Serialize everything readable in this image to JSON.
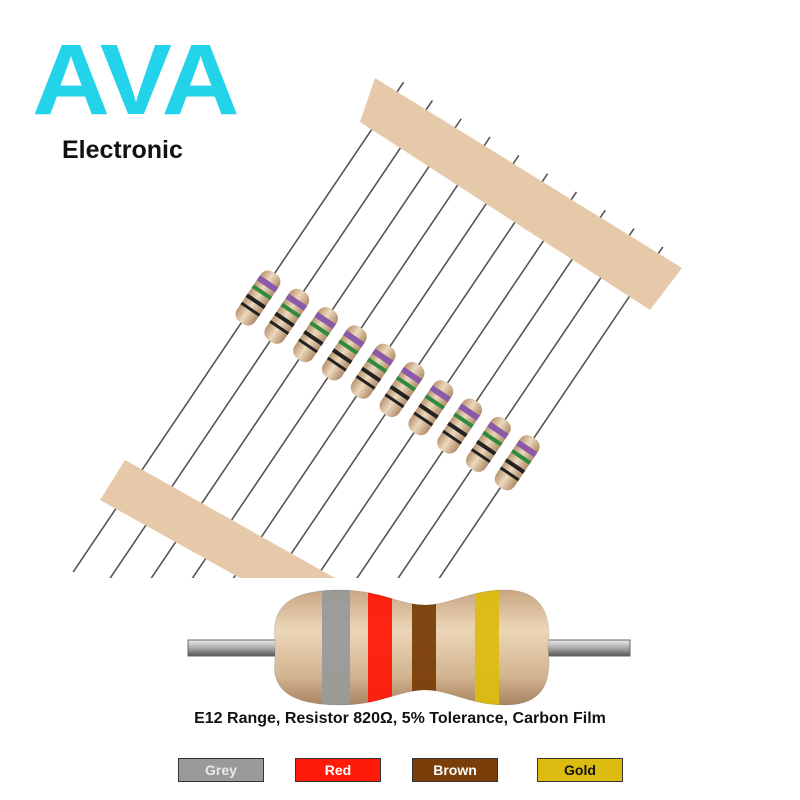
{
  "logo": {
    "brand": "AVA",
    "tagline": "Electronic"
  },
  "caption": "E12 Range, Resistor 820Ω, 5% Tolerance, Carbon Film",
  "bands": [
    {
      "label": "Grey",
      "color": "#9a9a9a",
      "text_color": "#e8e8e8"
    },
    {
      "label": "Red",
      "color": "#ff1a0a",
      "text_color": "#ffffff"
    },
    {
      "label": "Brown",
      "color": "#7a3e08",
      "text_color": "#ffffff"
    },
    {
      "label": "Gold",
      "color": "#dcbc10",
      "text_color": "#111111"
    }
  ],
  "colors": {
    "brand": "#22d3ea",
    "tape": "#e6c9a8",
    "body": "#dcc3a0"
  }
}
